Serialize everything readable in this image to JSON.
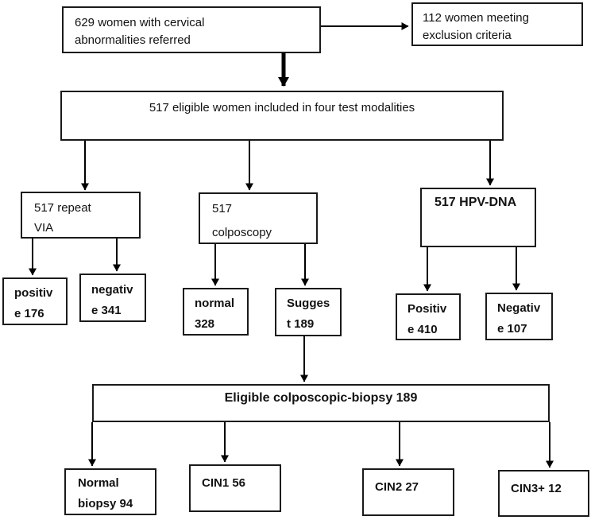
{
  "diagram": {
    "title_semantic": "study-flow-of-cervical-screening",
    "background": "#ffffff",
    "stroke_color": "#000000",
    "nodes": {
      "referred": {
        "lines": [
          "629 women with cervical",
          "abnormalities referred"
        ]
      },
      "excluded": {
        "lines": [
          "112 women meeting",
          "exclusion criteria"
        ]
      },
      "eligible": {
        "lines": [
          "517 eligible women included in four test modalities"
        ]
      },
      "via": {
        "lines": [
          "517 repeat",
          "VIA"
        ]
      },
      "colposcopy": {
        "lines": [
          "517",
          "colposcopy"
        ]
      },
      "hpv": {
        "lines": [
          "517 HPV-DNA"
        ]
      },
      "via_positive": {
        "lines": [
          "positiv",
          "e 176"
        ]
      },
      "via_negative": {
        "lines": [
          "negativ",
          "e 341"
        ]
      },
      "colpo_normal": {
        "lines": [
          "normal",
          "328"
        ]
      },
      "colpo_suggest": {
        "lines": [
          "Sugges",
          "t 189"
        ]
      },
      "hpv_positive": {
        "lines": [
          "Positiv",
          "e 410"
        ]
      },
      "hpv_negative": {
        "lines": [
          "Negativ",
          "e 107"
        ]
      },
      "biopsy": {
        "lines": [
          "Eligible colposcopic-biopsy 189"
        ]
      },
      "biopsy_normal": {
        "lines": [
          "Normal",
          "biopsy 94"
        ]
      },
      "cin1": {
        "lines": [
          "CIN1 56"
        ]
      },
      "cin2": {
        "lines": [
          "CIN2 27"
        ]
      },
      "cin3": {
        "lines": [
          "CIN3+ 12"
        ]
      }
    },
    "edges": [
      {
        "from": "referred",
        "to": "excluded"
      },
      {
        "from": "referred",
        "to": "eligible"
      },
      {
        "from": "eligible",
        "to": "via"
      },
      {
        "from": "eligible",
        "to": "colposcopy"
      },
      {
        "from": "eligible",
        "to": "hpv"
      },
      {
        "from": "via",
        "to": "via_positive"
      },
      {
        "from": "via",
        "to": "via_negative"
      },
      {
        "from": "colposcopy",
        "to": "colpo_normal"
      },
      {
        "from": "colposcopy",
        "to": "colpo_suggest"
      },
      {
        "from": "hpv",
        "to": "hpv_positive"
      },
      {
        "from": "hpv",
        "to": "hpv_negative"
      },
      {
        "from": "colpo_suggest",
        "to": "biopsy"
      },
      {
        "from": "biopsy",
        "to": "biopsy_normal"
      },
      {
        "from": "biopsy",
        "to": "cin1"
      },
      {
        "from": "biopsy",
        "to": "cin2"
      },
      {
        "from": "biopsy",
        "to": "cin3"
      }
    ]
  }
}
